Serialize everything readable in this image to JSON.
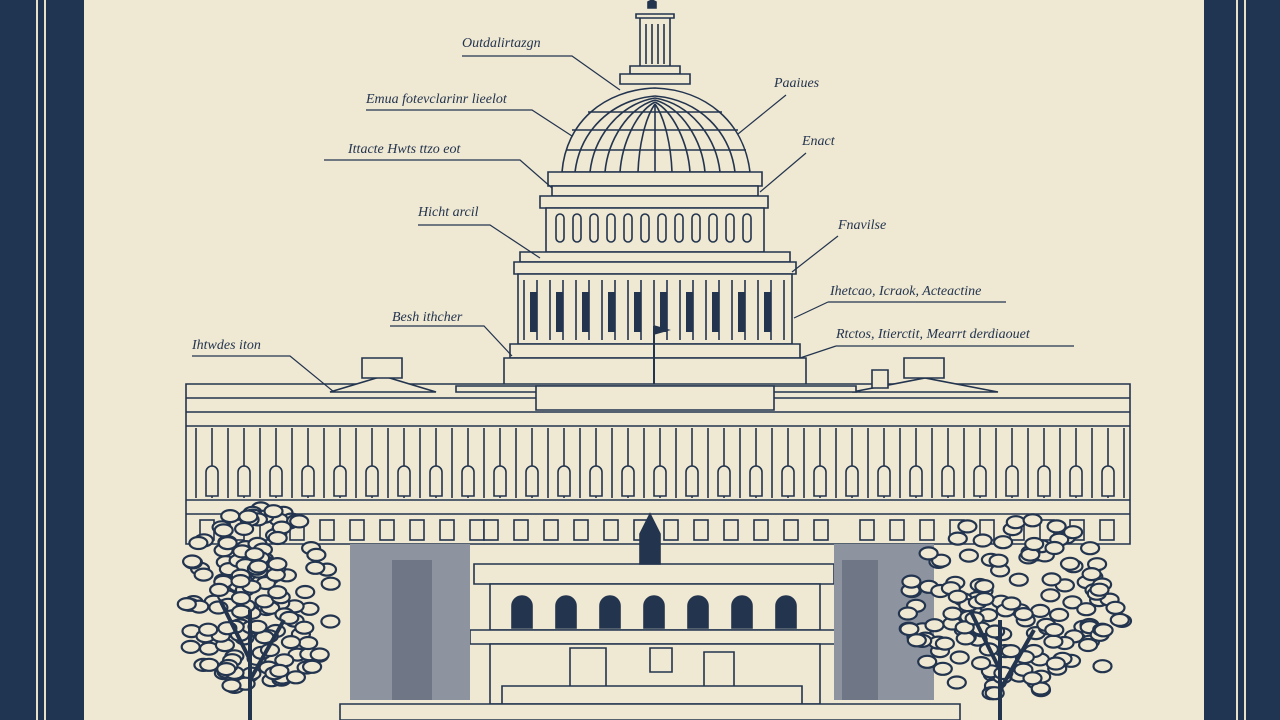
{
  "colors": {
    "ink": "#23344f",
    "paper": "#efe8d2",
    "frame": "#1f3552"
  },
  "labels": [
    {
      "id": "l1",
      "text": "Outdalirtazgn"
    },
    {
      "id": "l2",
      "text": "Paaiues"
    },
    {
      "id": "l3",
      "text": "Emua fotevclarinr lieelot"
    },
    {
      "id": "l4",
      "text": "Enact"
    },
    {
      "id": "l5",
      "text": "Ittacte Hwts ttzo eot"
    },
    {
      "id": "l6",
      "text": "Hicht arcil"
    },
    {
      "id": "l7",
      "text": "Fnavilse"
    },
    {
      "id": "l8",
      "text": "Ihetcao, Icraok, Acteactine"
    },
    {
      "id": "l9",
      "text": "Besh ithcher"
    },
    {
      "id": "l10",
      "text": "Rtctos, Itierctit, Mearrt derdiaouet"
    },
    {
      "id": "l11",
      "text": "Ihtwdes iton"
    }
  ]
}
